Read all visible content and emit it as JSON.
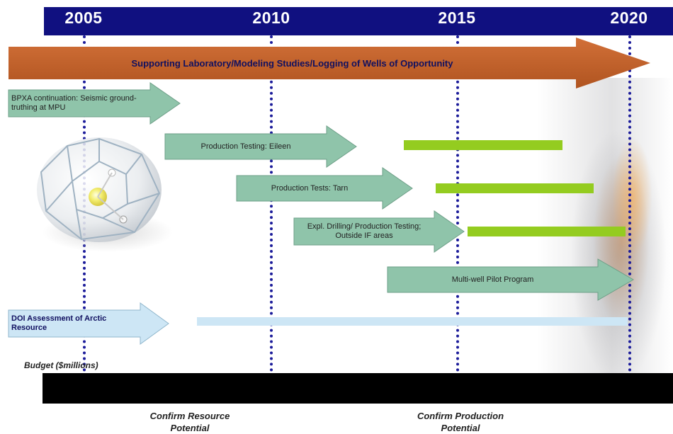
{
  "years": [
    "2005",
    "2010",
    "2015",
    "2020"
  ],
  "banner": {
    "label": "Supporting Laboratory/Modeling Studies/Logging of Wells of Opportunity",
    "color": "#c0602a"
  },
  "activities": [
    {
      "name": "bpxa-continuation",
      "label": "BPXA continuation: Seismic ground-truthing at MPU"
    },
    {
      "name": "production-testing-eileen",
      "label": "Production Testing: Eileen"
    },
    {
      "name": "production-tests-tarn",
      "label": "Production Tests: Tarn"
    },
    {
      "name": "expl-drilling",
      "label": "Expl. Drilling/ Production Testing; Outside IF areas"
    },
    {
      "name": "multi-well-pilot",
      "label": "Multi-well Pilot Program"
    },
    {
      "name": "doi-assessment",
      "label": "DOI Assessment of Arctic Resource"
    }
  ],
  "budget_label": "Budget ($millions)",
  "phases": [
    "Confirm Resource Potential",
    "Confirm Production Potential"
  ],
  "colors": {
    "year_bar": "#101080",
    "guide_lines": "#1b1b9a",
    "activity_arrow": "#8fc4aa",
    "doi_arrow": "#cde6f5",
    "green_bar": "#94cc20",
    "light_blue_bar": "#cde6f5"
  }
}
